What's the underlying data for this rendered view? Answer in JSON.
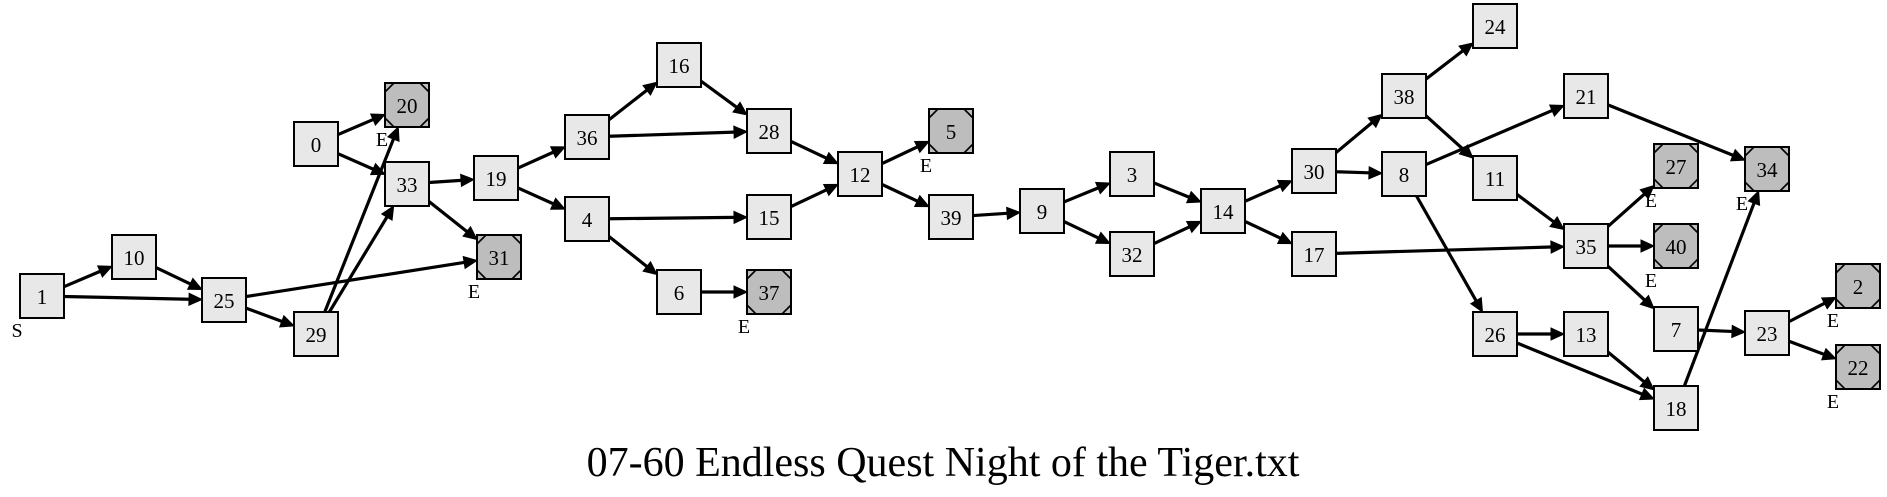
{
  "title": "07-60 Endless Quest Night of the Tiger.txt",
  "colors": {
    "node_fill": "#e8e8e8",
    "end_fill": "#bdbdbd",
    "stroke": "#000000",
    "background": "#ffffff"
  },
  "marker_labels": {
    "start": "S",
    "end": "E"
  },
  "nodes": [
    {
      "id": "1",
      "kind": "start"
    },
    {
      "id": "10",
      "kind": "normal"
    },
    {
      "id": "25",
      "kind": "normal"
    },
    {
      "id": "29",
      "kind": "normal"
    },
    {
      "id": "0",
      "kind": "normal"
    },
    {
      "id": "20",
      "kind": "end"
    },
    {
      "id": "33",
      "kind": "normal"
    },
    {
      "id": "31",
      "kind": "end"
    },
    {
      "id": "19",
      "kind": "normal"
    },
    {
      "id": "36",
      "kind": "normal"
    },
    {
      "id": "4",
      "kind": "normal"
    },
    {
      "id": "16",
      "kind": "normal"
    },
    {
      "id": "28",
      "kind": "normal"
    },
    {
      "id": "15",
      "kind": "normal"
    },
    {
      "id": "6",
      "kind": "normal"
    },
    {
      "id": "37",
      "kind": "end"
    },
    {
      "id": "12",
      "kind": "normal"
    },
    {
      "id": "5",
      "kind": "end"
    },
    {
      "id": "39",
      "kind": "normal"
    },
    {
      "id": "9",
      "kind": "normal"
    },
    {
      "id": "3",
      "kind": "normal"
    },
    {
      "id": "32",
      "kind": "normal"
    },
    {
      "id": "14",
      "kind": "normal"
    },
    {
      "id": "30",
      "kind": "normal"
    },
    {
      "id": "17",
      "kind": "normal"
    },
    {
      "id": "38",
      "kind": "normal"
    },
    {
      "id": "8",
      "kind": "normal"
    },
    {
      "id": "24",
      "kind": "normal"
    },
    {
      "id": "21",
      "kind": "normal"
    },
    {
      "id": "11",
      "kind": "normal"
    },
    {
      "id": "26",
      "kind": "normal"
    },
    {
      "id": "35",
      "kind": "normal"
    },
    {
      "id": "27",
      "kind": "end"
    },
    {
      "id": "40",
      "kind": "end"
    },
    {
      "id": "7",
      "kind": "normal"
    },
    {
      "id": "13",
      "kind": "normal"
    },
    {
      "id": "18",
      "kind": "normal"
    },
    {
      "id": "34",
      "kind": "end"
    },
    {
      "id": "23",
      "kind": "normal"
    },
    {
      "id": "2",
      "kind": "end"
    },
    {
      "id": "22",
      "kind": "end"
    }
  ],
  "edges": [
    [
      "1",
      "10"
    ],
    [
      "1",
      "25"
    ],
    [
      "10",
      "25"
    ],
    [
      "25",
      "29"
    ],
    [
      "25",
      "31"
    ],
    [
      "29",
      "20"
    ],
    [
      "29",
      "33"
    ],
    [
      "0",
      "20"
    ],
    [
      "0",
      "33"
    ],
    [
      "33",
      "19"
    ],
    [
      "33",
      "31"
    ],
    [
      "19",
      "36"
    ],
    [
      "19",
      "4"
    ],
    [
      "36",
      "16"
    ],
    [
      "36",
      "28"
    ],
    [
      "16",
      "28"
    ],
    [
      "4",
      "15"
    ],
    [
      "4",
      "6"
    ],
    [
      "6",
      "37"
    ],
    [
      "28",
      "12"
    ],
    [
      "15",
      "12"
    ],
    [
      "12",
      "5"
    ],
    [
      "12",
      "39"
    ],
    [
      "39",
      "9"
    ],
    [
      "9",
      "3"
    ],
    [
      "9",
      "32"
    ],
    [
      "3",
      "14"
    ],
    [
      "32",
      "14"
    ],
    [
      "14",
      "30"
    ],
    [
      "14",
      "17"
    ],
    [
      "30",
      "38"
    ],
    [
      "30",
      "8"
    ],
    [
      "38",
      "24"
    ],
    [
      "38",
      "11"
    ],
    [
      "8",
      "21"
    ],
    [
      "8",
      "26"
    ],
    [
      "21",
      "34"
    ],
    [
      "11",
      "35"
    ],
    [
      "17",
      "35"
    ],
    [
      "35",
      "27"
    ],
    [
      "35",
      "40"
    ],
    [
      "35",
      "7"
    ],
    [
      "7",
      "23"
    ],
    [
      "26",
      "13"
    ],
    [
      "26",
      "18"
    ],
    [
      "13",
      "18"
    ],
    [
      "18",
      "34"
    ],
    [
      "23",
      "2"
    ],
    [
      "23",
      "22"
    ]
  ]
}
